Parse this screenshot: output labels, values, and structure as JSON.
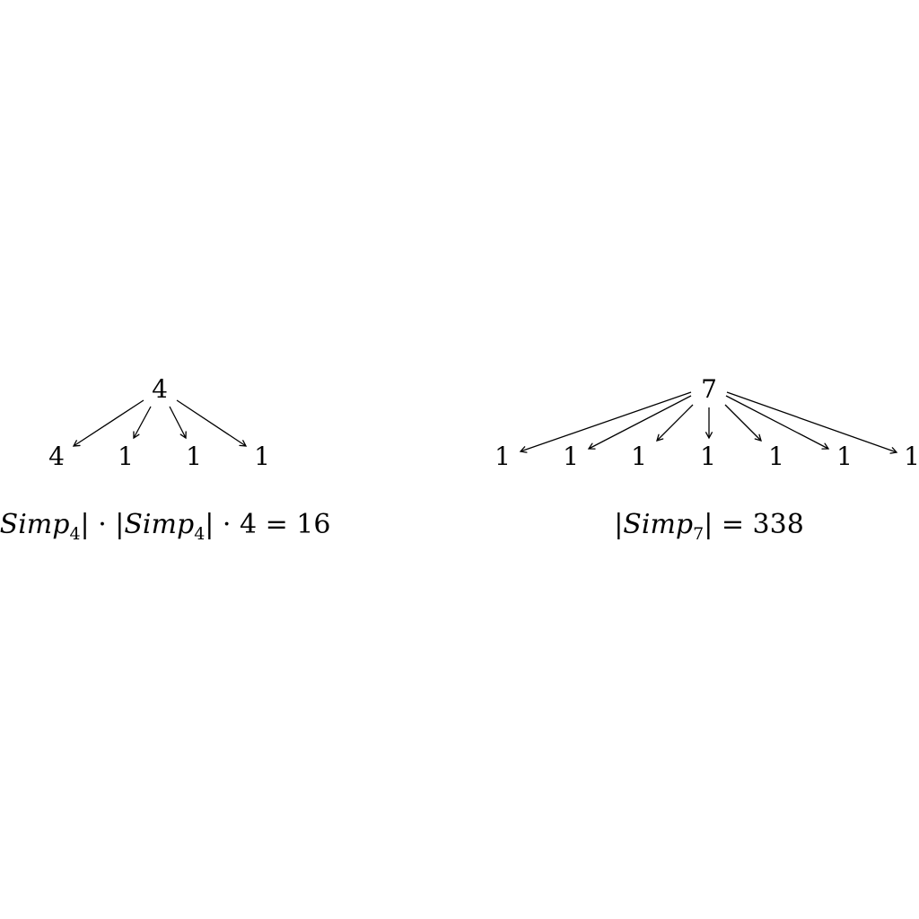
{
  "trees": [
    {
      "root": "4",
      "children": [
        "4",
        "1",
        "1",
        "1"
      ],
      "formula": {
        "bar_open": "|",
        "name": "Simp",
        "sub": "4",
        "bar_close": "|",
        "dot": " · ",
        "bar_open_2": "|",
        "name_2": "Simp",
        "sub_2": "4",
        "bar_close_2": "|",
        "tail": " · 4 = 16"
      }
    },
    {
      "root": "7",
      "children": [
        "1",
        "1",
        "1",
        "1",
        "1",
        "1",
        "1"
      ],
      "formula": {
        "bar_open": "|",
        "name": "Simp",
        "sub": "7",
        "bar_close": "|",
        "tail": " = 338"
      }
    }
  ]
}
